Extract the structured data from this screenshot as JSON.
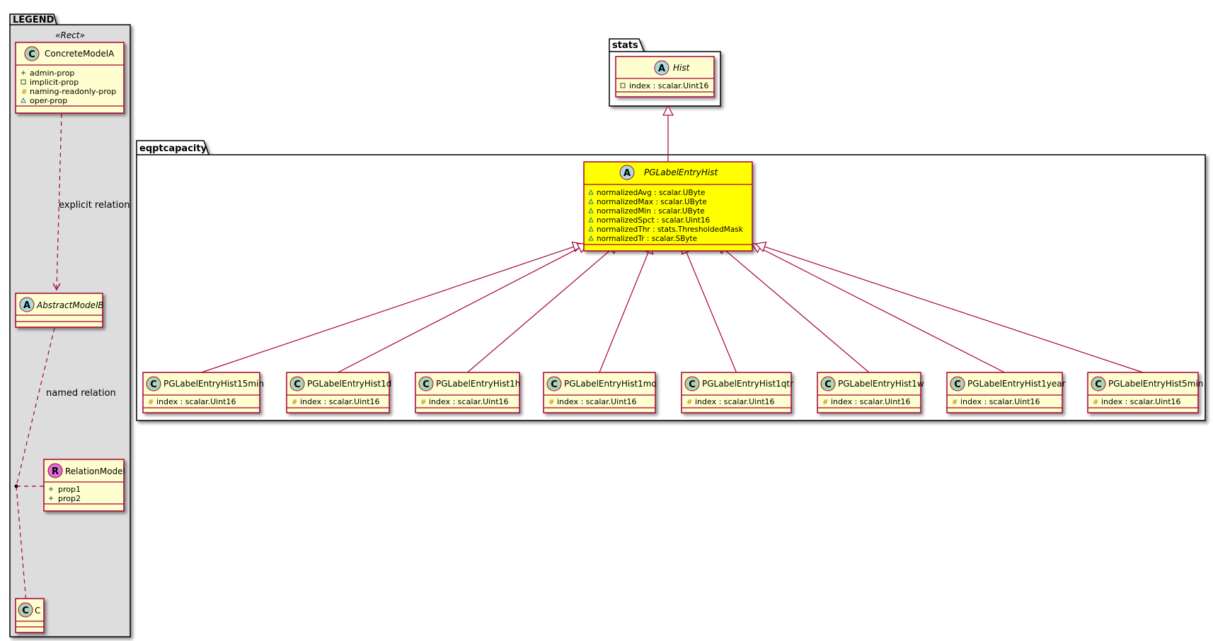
{
  "legend": {
    "title": "LEGEND",
    "stereotype": "«Rect»",
    "concrete": {
      "name": "ConcreteModelA",
      "stereo_letter": "C",
      "props": [
        {
          "vis": "+",
          "text": "admin-prop"
        },
        {
          "vis": "-",
          "text": "implicit-prop"
        },
        {
          "vis": "#",
          "text": "naming-readonly-prop"
        },
        {
          "vis": "~",
          "text": "oper-prop"
        }
      ]
    },
    "abstract": {
      "name": "AbstractModelB",
      "stereo_letter": "A"
    },
    "relation_model": {
      "name": "RelationModel",
      "stereo_letter": "R",
      "props": [
        {
          "vis": "+",
          "text": "prop1"
        },
        {
          "vis": "+",
          "text": "prop2"
        }
      ]
    },
    "c_class": {
      "name": "C",
      "stereo_letter": "C"
    },
    "explicit_label": "explicit relation",
    "named_label": "named relation"
  },
  "stats_pkg": {
    "title": "stats",
    "hist": {
      "name": "Hist",
      "stereo_letter": "A",
      "props": [
        {
          "vis": "-",
          "text": "index : scalar.Uint16"
        }
      ]
    }
  },
  "eqpt_pkg": {
    "title": "eqptcapacity",
    "main": {
      "name": "PGLabelEntryHist",
      "stereo_letter": "A",
      "props": [
        {
          "vis": "~",
          "text": "normalizedAvg : scalar.UByte"
        },
        {
          "vis": "~",
          "text": "normalizedMax : scalar.UByte"
        },
        {
          "vis": "~",
          "text": "normalizedMin : scalar.UByte"
        },
        {
          "vis": "~",
          "text": "normalizedSpct : scalar.Uint16"
        },
        {
          "vis": "~",
          "text": "normalizedThr : stats.ThresholdedMask"
        },
        {
          "vis": "~",
          "text": "normalizedTr : scalar.SByte"
        }
      ]
    },
    "children": [
      {
        "name": "PGLabelEntryHist15min",
        "stereo_letter": "C",
        "prop": {
          "vis": "#",
          "text": "index : scalar.Uint16"
        }
      },
      {
        "name": "PGLabelEntryHist1d",
        "stereo_letter": "C",
        "prop": {
          "vis": "#",
          "text": "index : scalar.Uint16"
        }
      },
      {
        "name": "PGLabelEntryHist1h",
        "stereo_letter": "C",
        "prop": {
          "vis": "#",
          "text": "index : scalar.Uint16"
        }
      },
      {
        "name": "PGLabelEntryHist1mo",
        "stereo_letter": "C",
        "prop": {
          "vis": "#",
          "text": "index : scalar.Uint16"
        }
      },
      {
        "name": "PGLabelEntryHist1qtr",
        "stereo_letter": "C",
        "prop": {
          "vis": "#",
          "text": "index : scalar.Uint16"
        }
      },
      {
        "name": "PGLabelEntryHist1w",
        "stereo_letter": "C",
        "prop": {
          "vis": "#",
          "text": "index : scalar.Uint16"
        }
      },
      {
        "name": "PGLabelEntryHist1year",
        "stereo_letter": "C",
        "prop": {
          "vis": "#",
          "text": "index : scalar.Uint16"
        }
      },
      {
        "name": "PGLabelEntryHist5min",
        "stereo_letter": "C",
        "prop": {
          "vis": "#",
          "text": "index : scalar.Uint16"
        }
      }
    ]
  },
  "colors": {
    "border": "#a80036",
    "class_fill": "#fefece",
    "highlight_fill": "#ffff00",
    "legend_bg": "#dddddd",
    "circle_c": "#add1b2",
    "circle_a": "#a9dcdf",
    "circle_r": "#da70d6"
  }
}
